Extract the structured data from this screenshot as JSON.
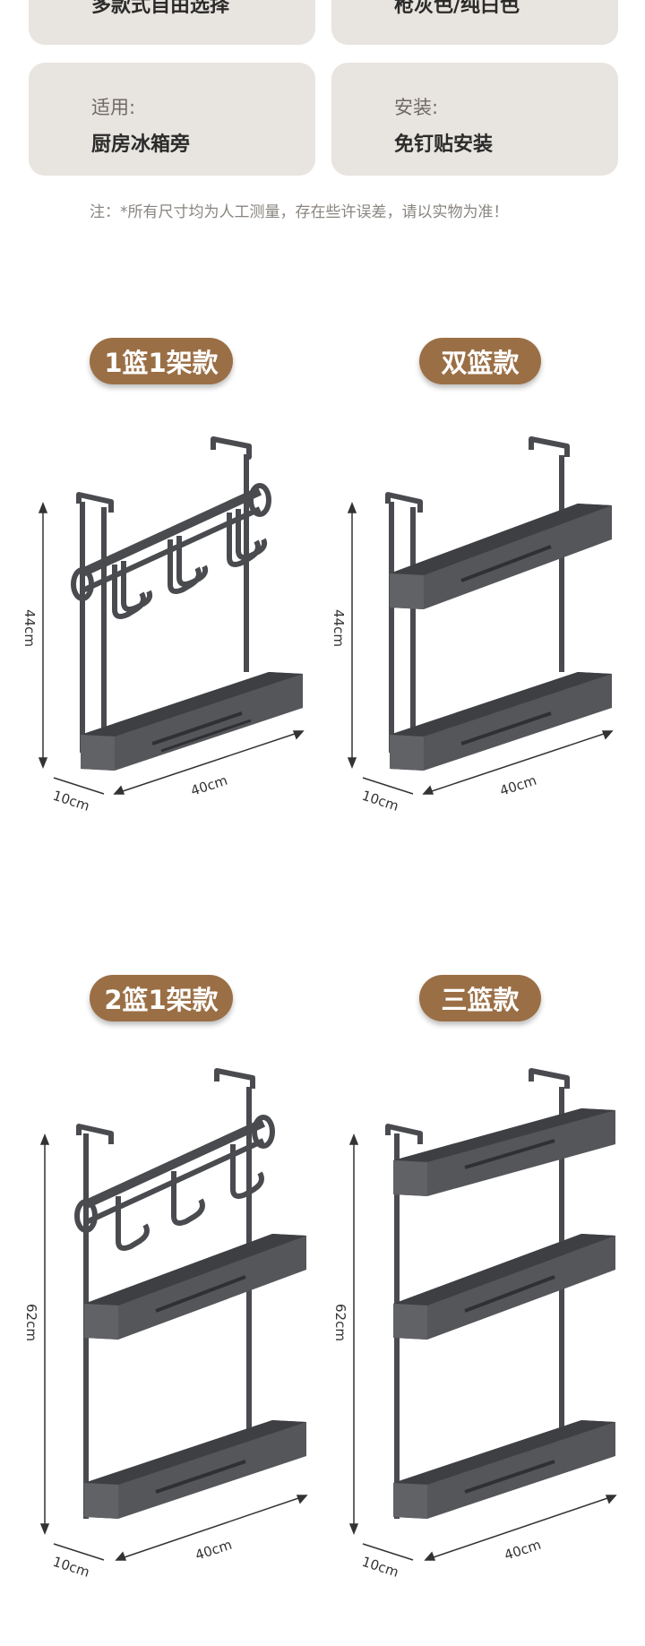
{
  "specs": {
    "row1_left_value": "多款式自由选择",
    "row1_right_value": "枪灰色/纯白色",
    "row2_left_label": "适用:",
    "row2_left_value": "厨房冰箱旁",
    "row2_right_label": "安装:",
    "row2_right_value": "免钉贴安装"
  },
  "note": "注：*所有尺寸均为人工测量，存在些许误差，请以实物为准！",
  "products": [
    {
      "name": "1篮1架款",
      "height": "44cm",
      "depth": "10cm",
      "width": "40cm"
    },
    {
      "name": "双篮款",
      "height": "44cm",
      "depth": "10cm",
      "width": "40cm"
    },
    {
      "name": "2篮1架款",
      "height": "62cm",
      "depth": "10cm",
      "width": "40cm"
    },
    {
      "name": "三篮款",
      "height": "62cm",
      "depth": "10cm",
      "width": "40cm"
    }
  ],
  "colors": {
    "card_bg": "#e8e4df",
    "pill_bg": "#9b6f45",
    "rack": "#4a4b4f"
  }
}
